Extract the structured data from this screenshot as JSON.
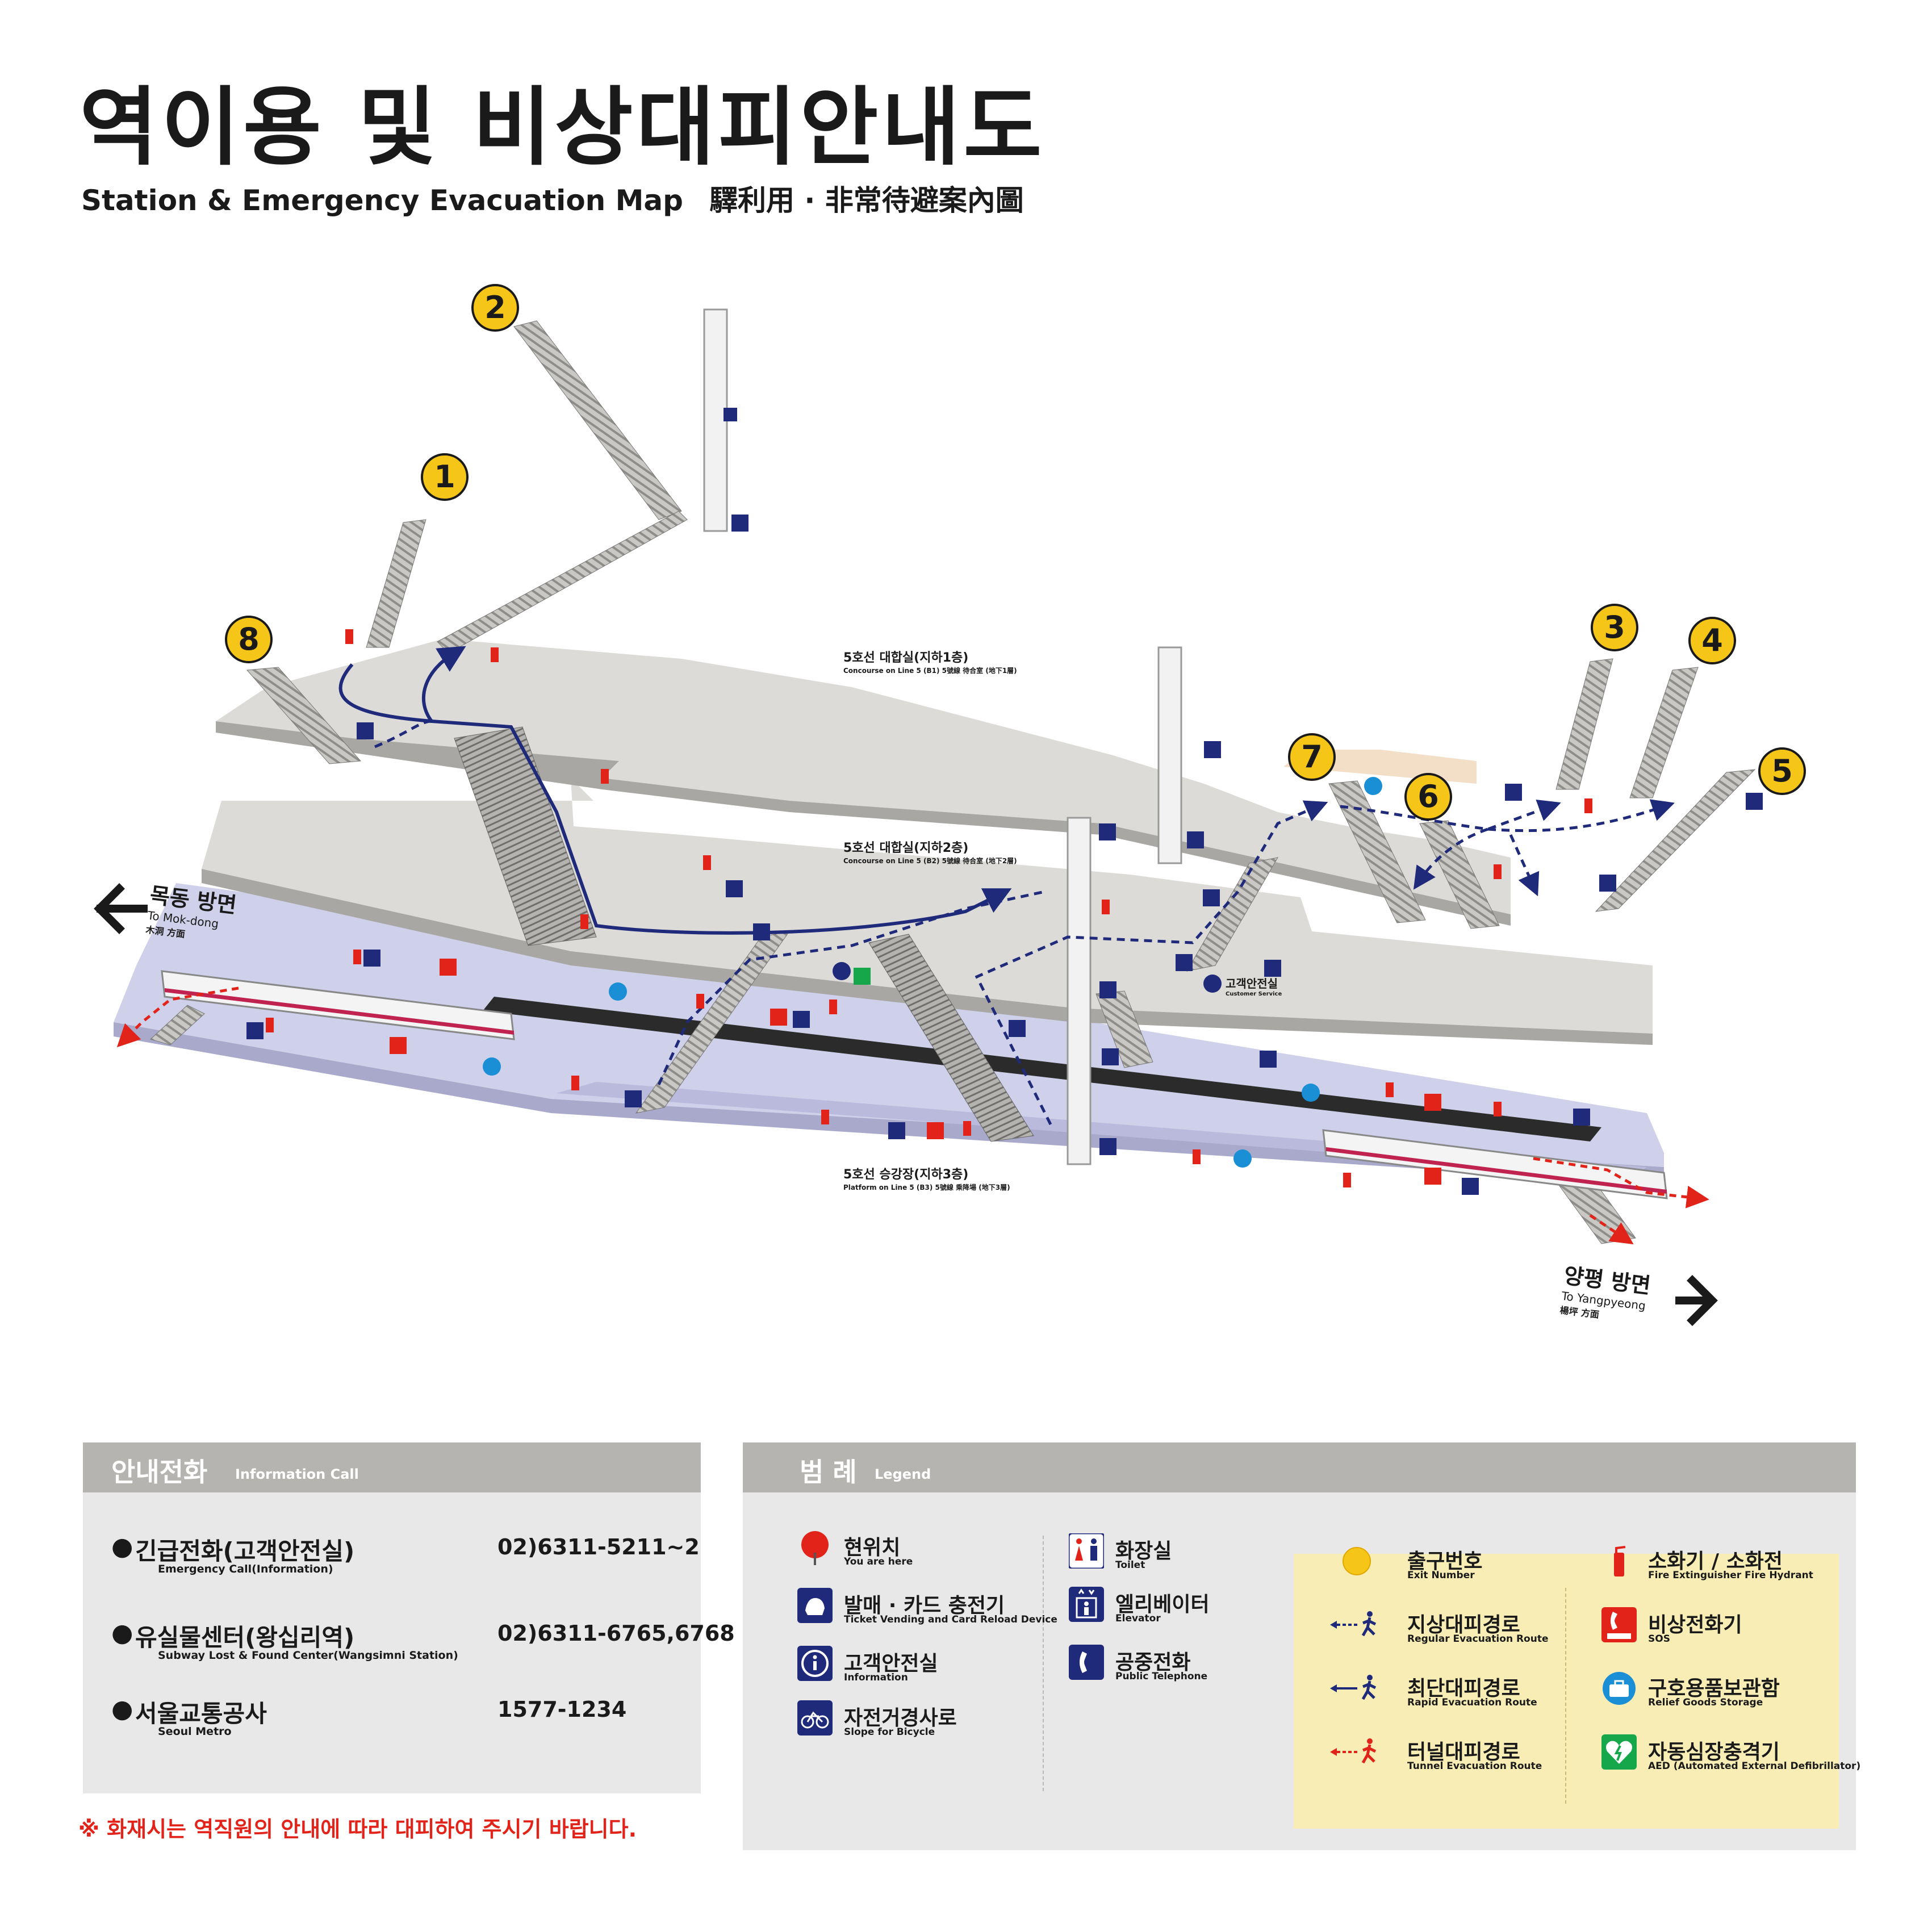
{
  "title": {
    "main": "역이용 및 비상대피안내도",
    "sub_en": "Station & Emergency Evacuation Map",
    "sub_cjk": "驛利用 · 非常待避案內圖"
  },
  "map": {
    "exits": [
      "1",
      "2",
      "3",
      "4",
      "5",
      "6",
      "7",
      "8"
    ],
    "floors": [
      {
        "ko": "5호선 대합실(지하1층)",
        "en": "Concourse on Line 5 (B1) 5號線 待合室 (地下1層)"
      },
      {
        "ko": "5호선 대합실(지하2층)",
        "en": "Concourse on Line 5 (B2) 5號線 待合室 (地下2層)"
      },
      {
        "ko": "5호선 승강장(지하3층)",
        "en": "Platform on Line 5 (B3) 5號線 乘降場 (地下3層)"
      }
    ],
    "customer_service": {
      "ko": "고객안전실",
      "en": "Customer Service"
    },
    "direction_left": {
      "ko": "목동 방면",
      "en": "To Mok-dong",
      "hanja": "木洞 方面"
    },
    "direction_right": {
      "ko": "양평 방면",
      "en": "To Yangpyeong",
      "hanja": "楊坪 方面"
    }
  },
  "info_call": {
    "heading_ko": "안내전화",
    "heading_en": "Information Call",
    "rows": [
      {
        "ko": "긴급전화(고객안전실)",
        "en": "Emergency Call(Information)",
        "number": "02)6311-5211~2"
      },
      {
        "ko": "유실물센터(왕십리역)",
        "en": "Subway Lost & Found Center(Wangsimni Station)",
        "number": "02)6311-6765,6768"
      },
      {
        "ko": "서울교통공사",
        "en": "Seoul Metro",
        "number": "1577-1234"
      }
    ]
  },
  "notice": "※ 화재시는 역직원의 안내에 따라 대피하여 주시기 바랍니다.",
  "legend": {
    "heading_ko": "범 례",
    "heading_en": "Legend",
    "col1": [
      {
        "icon": "location-pin-icon",
        "ko": "현위치",
        "en": "You are here"
      },
      {
        "icon": "ticket-machine-icon",
        "ko": "발매 · 카드 충전기",
        "en": "Ticket Vending and Card Reload Device"
      },
      {
        "icon": "information-icon",
        "ko": "고객안전실",
        "en": "Information"
      },
      {
        "icon": "bicycle-icon",
        "ko": "자전거경사로",
        "en": "Slope for Bicycle"
      }
    ],
    "col2": [
      {
        "icon": "toilet-icon",
        "ko": "화장실",
        "en": "Toilet"
      },
      {
        "icon": "elevator-icon",
        "ko": "엘리베이터",
        "en": "Elevator"
      },
      {
        "icon": "telephone-icon",
        "ko": "공중전화",
        "en": "Public Telephone"
      }
    ],
    "col3": [
      {
        "icon": "exit-number-icon",
        "ko": "출구번호",
        "en": "Exit Number"
      },
      {
        "icon": "regular-route-icon",
        "ko": "지상대피경로",
        "en": "Regular Evacuation Route"
      },
      {
        "icon": "rapid-route-icon",
        "ko": "최단대피경로",
        "en": "Rapid Evacuation Route"
      },
      {
        "icon": "tunnel-route-icon",
        "ko": "터널대피경로",
        "en": "Tunnel Evacuation Route"
      }
    ],
    "col4": [
      {
        "icon": "fire-extinguisher-icon",
        "ko": "소화기 / 소화전",
        "en": "Fire Extinguisher        Fire Hydrant"
      },
      {
        "icon": "sos-phone-icon",
        "ko": "비상전화기",
        "en": "SOS"
      },
      {
        "icon": "relief-goods-icon",
        "ko": "구호용품보관함",
        "en": "Relief Goods Storage"
      },
      {
        "icon": "aed-icon",
        "ko": "자동심장충격기",
        "en": "AED (Automated External Defibrillator)"
      }
    ]
  },
  "colors": {
    "navy": "#1f2a7a",
    "red": "#e2231a",
    "yellow": "#f5c518",
    "floor": "#dcdbd7",
    "platform": "#cfd0ea",
    "panel_head": "#b6b4b0",
    "panel_body": "#e8e8e9",
    "legend_yellow": "#f8eeb5"
  }
}
